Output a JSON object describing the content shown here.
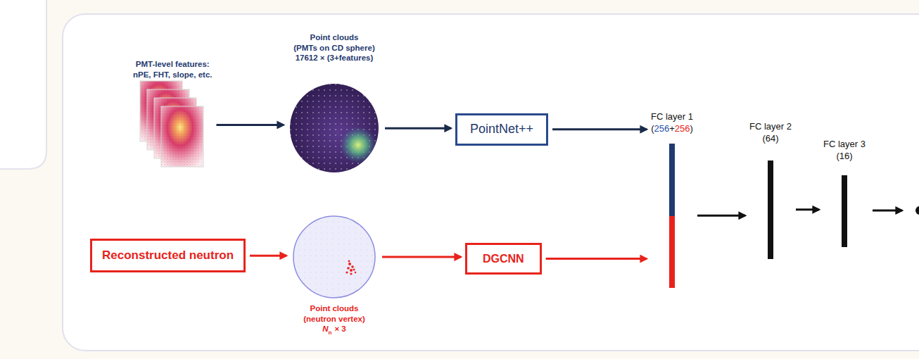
{
  "diagram": {
    "nodes": [
      {
        "text": [
          "PMT-level features:",
          "nPE, FHT, slope, etc."
        ]
      },
      {
        "text": [
          "Point clouds",
          "(PMTs on CD sphere)",
          "17612 × (3+features)"
        ]
      },
      {
        "text": [
          "PointNet++"
        ]
      },
      {
        "text": [
          "Reconstructed neutron"
        ]
      },
      {
        "text": [
          "Point clouds",
          "(neutron vertex)",
          "N",
          "n",
          "× 3"
        ]
      },
      {
        "text": [
          "DGCNN"
        ]
      },
      {
        "text": [
          "FC layer 1",
          "(",
          "256",
          "+",
          "256",
          ")"
        ]
      },
      {
        "text": [
          "FC layer 2",
          "(64)"
        ]
      },
      {
        "text": [
          "FC layer 3",
          "(16)"
        ]
      }
    ],
    "edges": [
      {
        "from": 0,
        "to": 1,
        "arrow": "to"
      },
      {
        "from": 1,
        "to": 2,
        "arrow": "to"
      },
      {
        "from": 2,
        "to": 6,
        "arrow": "to"
      },
      {
        "from": 3,
        "to": 4,
        "arrow": "to"
      },
      {
        "from": 4,
        "to": 5,
        "arrow": "to"
      },
      {
        "from": 5,
        "to": 6,
        "arrow": "to"
      },
      {
        "from": 6,
        "to": 7,
        "arrow": "to"
      },
      {
        "from": 7,
        "to": 8,
        "arrow": "to"
      }
    ]
  }
}
